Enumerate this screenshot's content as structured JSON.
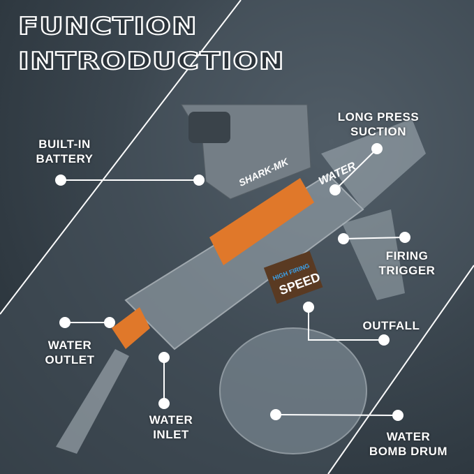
{
  "title": {
    "line1": "FUNCTION",
    "line2": "INTRODUCTION"
  },
  "product": {
    "brand": "SHARK-MK",
    "side_text": "WATER",
    "badge_small": "HIGH FIRING",
    "badge_big": "SPEED"
  },
  "callouts": [
    {
      "id": "battery",
      "lines": [
        "BUILT-IN",
        "BATTERY"
      ]
    },
    {
      "id": "suction",
      "lines": [
        "LONG PRESS",
        "SUCTION"
      ]
    },
    {
      "id": "trigger",
      "lines": [
        "FIRING",
        "TRIGGER"
      ]
    },
    {
      "id": "outfall",
      "lines": [
        "OUTFALL"
      ]
    },
    {
      "id": "outlet",
      "lines": [
        "WATER",
        "OUTLET"
      ]
    },
    {
      "id": "inlet",
      "lines": [
        "WATER",
        "INLET"
      ]
    },
    {
      "id": "drum",
      "lines": [
        "WATER",
        "BOMB DRUM"
      ]
    }
  ],
  "colors": {
    "accent": "#e0782a",
    "background": "#3b464f",
    "callout": "#ffffff"
  }
}
